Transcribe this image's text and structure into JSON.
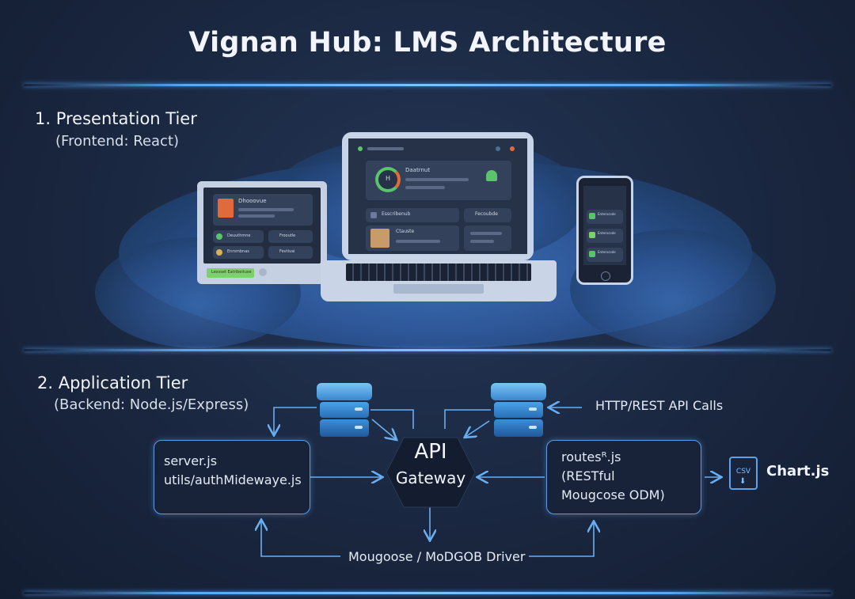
{
  "title": "Vignan Hub: LMS Architecture",
  "tiers": [
    {
      "title": "1. Presentation Tier",
      "subtitle": "(Frontend: React)"
    },
    {
      "title": "2. Application Tier",
      "subtitle": "(Backend: Node.js/Express)"
    }
  ],
  "devices": {
    "tablet": {
      "header": "Dhooovue",
      "rows": [
        "Deuuthmne",
        "Frooutle",
        "Enrsmbnas",
        "Fevtivai"
      ],
      "button": "Lexsset Eatribeituse"
    },
    "laptop": {
      "header": "Daatrnut",
      "gauge": "H",
      "rows": [
        "Esscribenub",
        "Fecoubde",
        "Ctauste"
      ]
    },
    "phone": {
      "rows": [
        "Enterocode",
        "Enterocode",
        "Enterocode"
      ]
    }
  },
  "diagram": {
    "left_box": [
      "server.js",
      "utils/authMidewaye.js"
    ],
    "api_gateway": [
      "API",
      "Gateway"
    ],
    "right_box": [
      "routesᴿ.js",
      "(RESTful",
      "Mougcose ODM)"
    ],
    "http_label": "HTTP/REST API Calls",
    "db_label": "Mougoose / MoDGOB Driver",
    "csv_icon_text": "CSV",
    "chartjs_label": "Chart.js"
  }
}
